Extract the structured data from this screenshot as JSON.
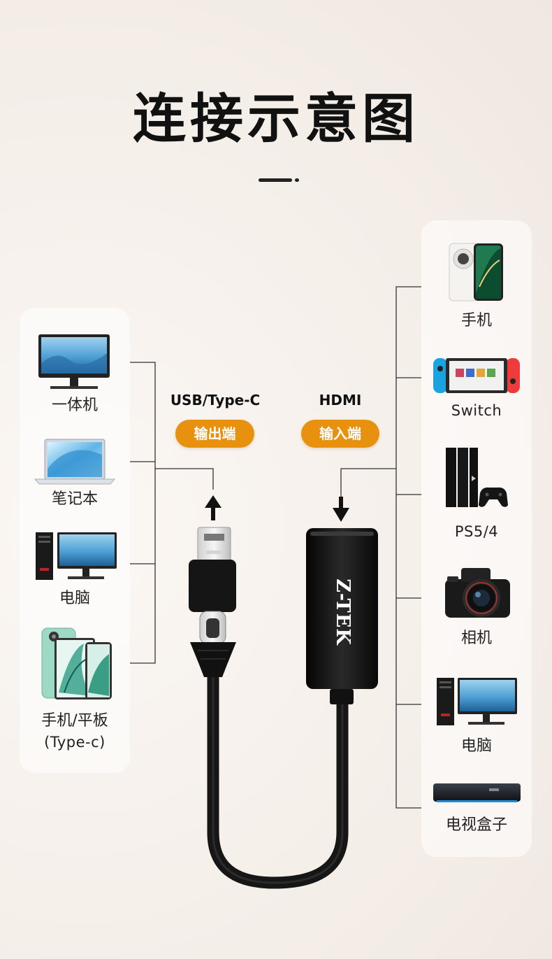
{
  "title": "连接示意图",
  "left_devices": [
    {
      "label": "一体机",
      "icon": "all-in-one-pc-icon"
    },
    {
      "label": "笔记本",
      "icon": "laptop-icon"
    },
    {
      "label": "电脑",
      "icon": "desktop-pc-icon"
    },
    {
      "label": "手机/平板",
      "sublabel": "(Type-c)",
      "icon": "phone-tablet-icon"
    }
  ],
  "right_devices": [
    {
      "label": "手机",
      "icon": "phone-icon"
    },
    {
      "label": "Switch",
      "icon": "switch-console-icon"
    },
    {
      "label": "PS5/4",
      "icon": "playstation-icon"
    },
    {
      "label": "相机",
      "icon": "camera-icon"
    },
    {
      "label": "电脑",
      "icon": "desktop-pc-icon"
    },
    {
      "label": "电视盒子",
      "icon": "tv-box-icon"
    }
  ],
  "usb_port": {
    "name": "USB/Type-C",
    "badge": "输出端"
  },
  "hdmi_port": {
    "name": "HDMI",
    "badge": "输入端"
  },
  "brand": "Z-TEK",
  "colors": {
    "accent": "#e8910f",
    "text": "#222222",
    "device_dark": "#111111"
  }
}
